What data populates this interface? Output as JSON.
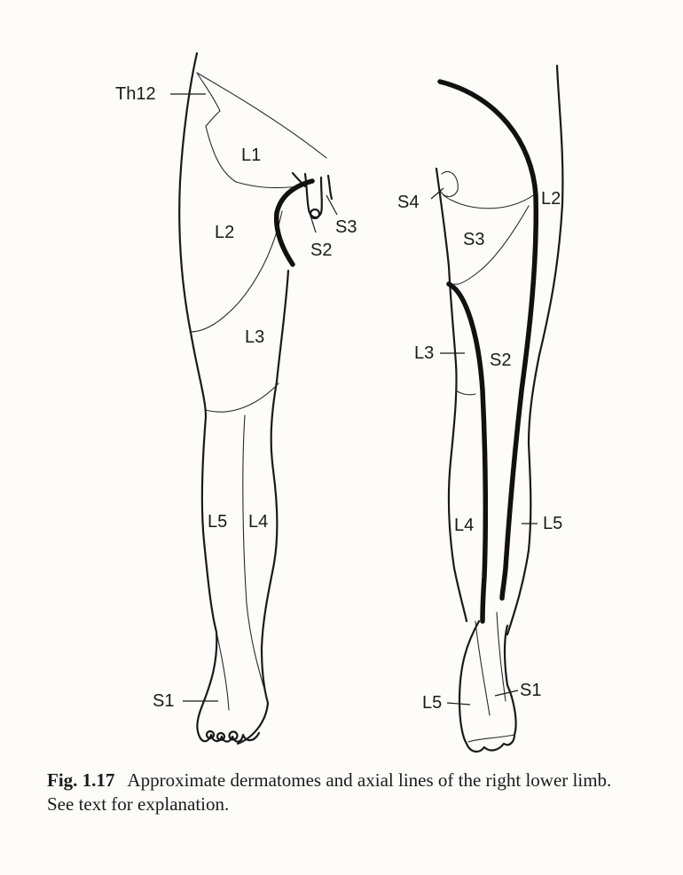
{
  "figure": {
    "front_labels": {
      "th12": "Th12",
      "l1": "L1",
      "l2": "L2",
      "l3": "L3",
      "l4": "L4",
      "l5": "L5",
      "s1": "S1",
      "s2": "S2",
      "s3": "S3"
    },
    "back_labels": {
      "s4": "S4",
      "l2": "L2",
      "s3": "S3",
      "l3": "L3",
      "s2": "S2",
      "l4": "L4",
      "l5_shin": "L5",
      "l5_foot": "L5",
      "s1": "S1"
    }
  },
  "caption": {
    "number": "Fig. 1.17",
    "text": "Approximate dermatomes and axial lines of the right lower limb. See text for explanation."
  }
}
